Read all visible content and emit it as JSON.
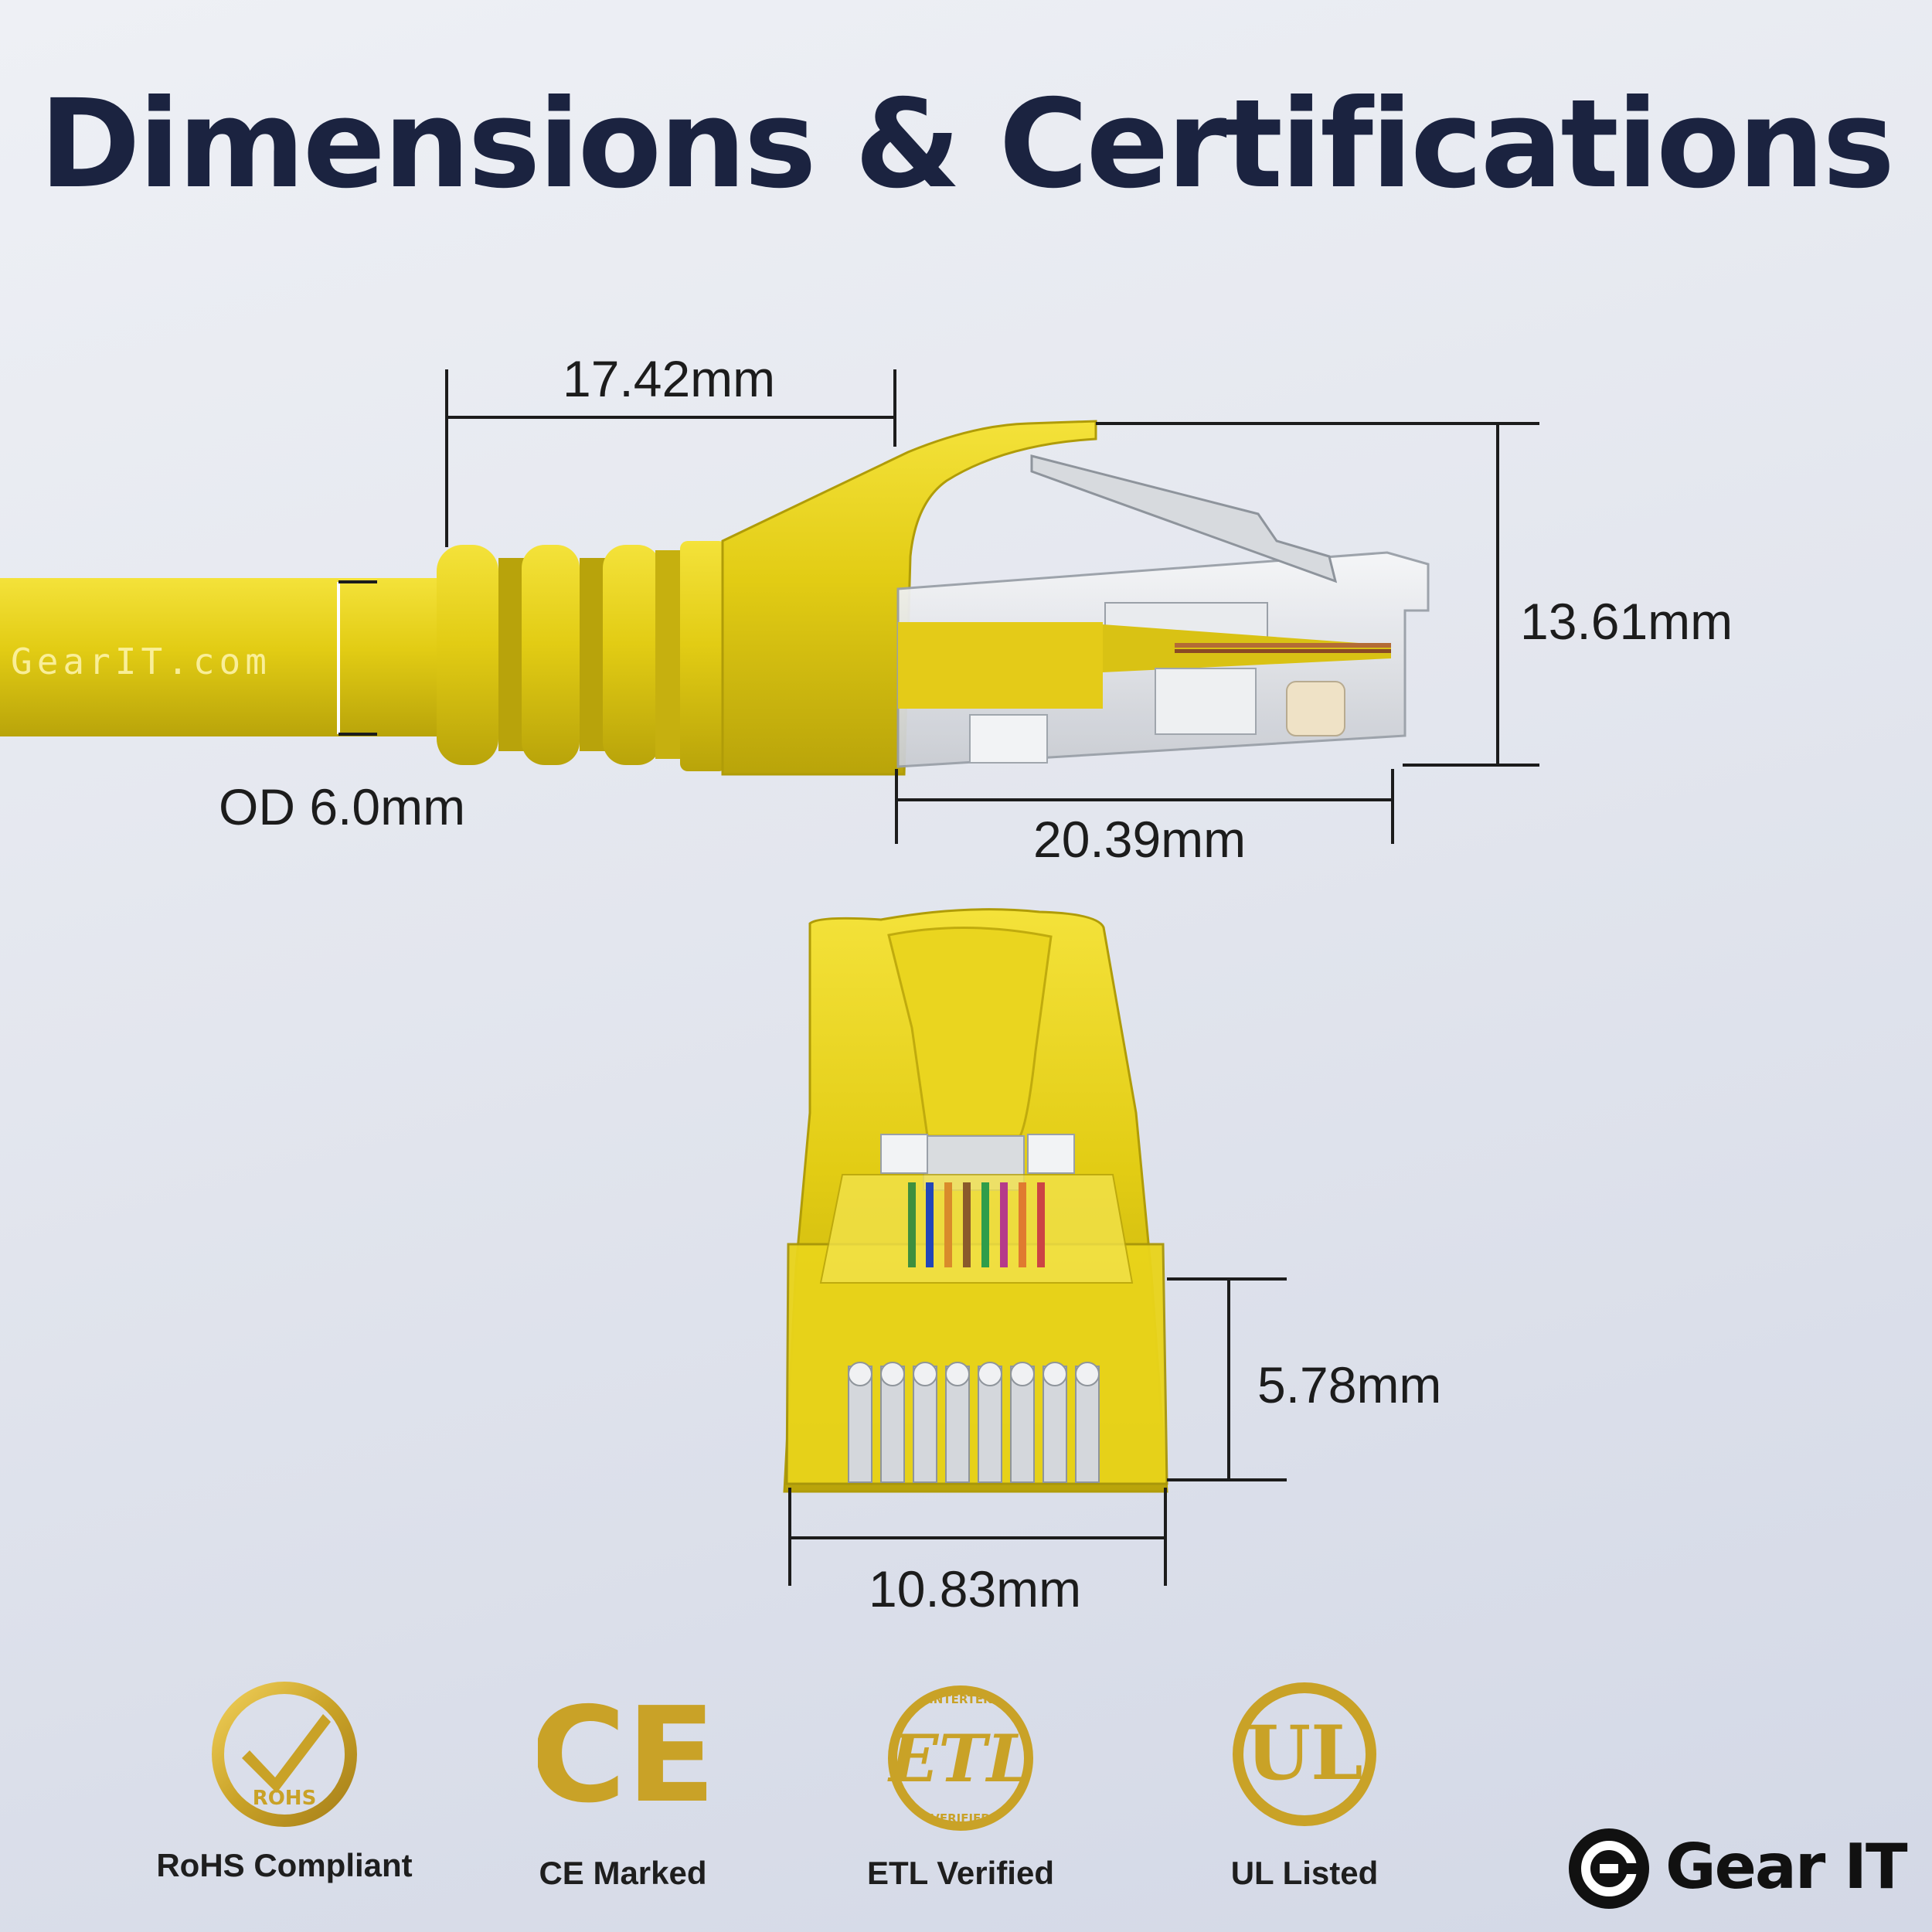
{
  "title": "Dimensions & Certifications",
  "cable_print": "GearIT.com",
  "dimensions": {
    "boot_length": "17.42mm",
    "plug_height": "13.61mm",
    "cable_od": "OD 6.0mm",
    "plug_length": "20.39mm",
    "front_height": "5.78mm",
    "front_width": "10.83mm"
  },
  "certifications": [
    {
      "label": "RoHS Compliant",
      "badge_text": "ROHS",
      "icon": "rohs-check-icon"
    },
    {
      "label": "CE Marked",
      "badge_text": "CE",
      "icon": "ce-mark-icon"
    },
    {
      "label": "ETL Verified",
      "badge_text": "ETL",
      "badge_top": "INTERTEK",
      "badge_bottom": "VERIFIED",
      "icon": "etl-icon"
    },
    {
      "label": "UL Listed",
      "badge_text": "UL",
      "icon": "ul-icon"
    }
  ],
  "brand": {
    "name": "Gear IT",
    "icon": "gearit-logo-icon"
  },
  "colors": {
    "title": "#1b2340",
    "cable": "#e6d11c",
    "gold": "#c9a227"
  }
}
